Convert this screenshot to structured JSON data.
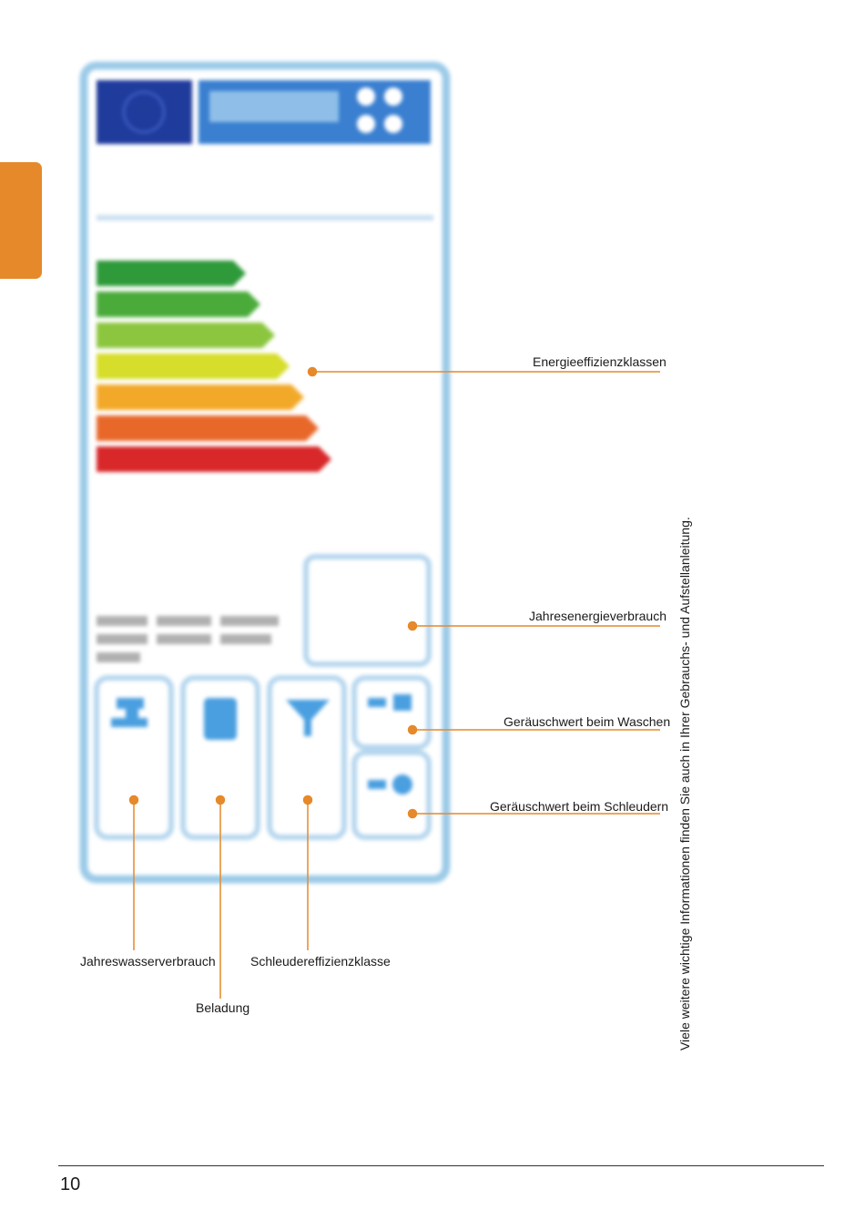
{
  "colors": {
    "accent": "#e6892a",
    "label_frame": "#9ccbe8",
    "eu_flag": "#1f3b9c",
    "energy_header": "#3a7fd0",
    "class_colors": [
      "#2e9a3a",
      "#4aab3a",
      "#8cc63f",
      "#d6dd2a",
      "#f2a92a",
      "#e8682a",
      "#d8282a"
    ]
  },
  "icons": [
    "eu-flag-icon",
    "water-tap-icon",
    "laundry-icon",
    "spin-funnel-icon",
    "noise-wash-icon",
    "noise-spin-icon"
  ],
  "callouts": {
    "energy_classes": "Energieeffizienzklassen",
    "annual_energy": "Jahresenergieverbrauch",
    "noise_wash": "Geräuschwert beim Waschen",
    "noise_spin": "Geräuschwert beim Schleudern",
    "annual_water": "Jahreswasserverbrauch",
    "load": "Beladung",
    "spin_class": "Schleudereffizienzklasse"
  },
  "side_note": "Viele weitere wichtige Informationen finden Sie auch in Ihrer Gebrauchs- und Aufstellanleitung.",
  "page_number": "10"
}
